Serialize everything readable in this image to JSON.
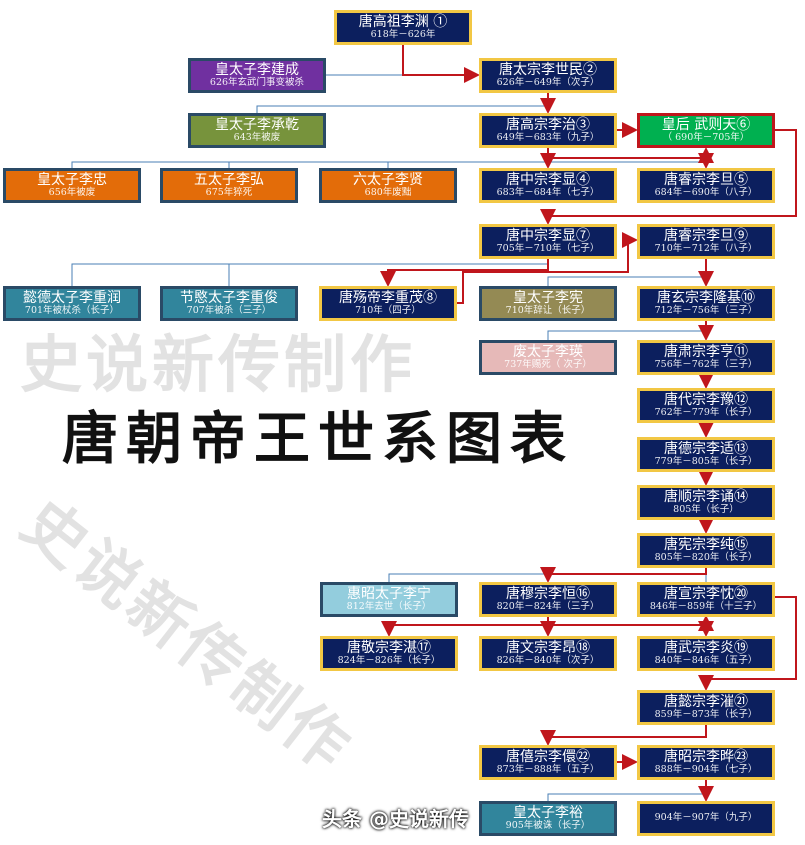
{
  "title": "唐朝帝王世系图表",
  "watermark": "史说新传制作",
  "overlay_credit": "头条 @史说新传",
  "colors": {
    "emperor": "#0c1f5e",
    "emperor_border": "#f2c744",
    "succession_line": "#c0161c",
    "family_line": "#4a7fb5",
    "purple": "#7030a0",
    "olive": "#77933c",
    "green": "#00b050",
    "orange": "#e36c09",
    "teal": "#31859c",
    "khaki": "#948a54",
    "pink": "#e6b9b8",
    "lightblue": "#93cddd"
  },
  "nodes": [
    {
      "id": "gaozu",
      "name": "唐高祖李渊 ①",
      "dates": "618年－626年",
      "kind": "emperor"
    },
    {
      "id": "jiancheng",
      "name": "皇太子李建成",
      "dates": "626年玄武门事变被杀",
      "kind": "purple"
    },
    {
      "id": "taizong",
      "name": "唐太宗李世民②",
      "dates": "626年－649年（次子）",
      "kind": "emperor"
    },
    {
      "id": "chengqian",
      "name": "皇太子李承乾",
      "dates": "643年被废",
      "kind": "olive"
    },
    {
      "id": "gaozong",
      "name": "唐高宗李治③",
      "dates": "649年－683年（九子）",
      "kind": "emperor"
    },
    {
      "id": "wuzetian",
      "name": "皇后 武则天⑥",
      "dates": "（ 690年－705年）",
      "kind": "green"
    },
    {
      "id": "lizhong",
      "name": "皇太子李忠",
      "dates": "656年被废",
      "kind": "orange"
    },
    {
      "id": "lihong",
      "name": "五太子李弘",
      "dates": "675年猝死",
      "kind": "orange"
    },
    {
      "id": "lixian",
      "name": "六太子李贤",
      "dates": "680年废黜",
      "kind": "orange"
    },
    {
      "id": "zhongzong1",
      "name": "唐中宗李显④",
      "dates": "683年－684年（七子）",
      "kind": "emperor"
    },
    {
      "id": "ruizong1",
      "name": "唐睿宗李旦⑤",
      "dates": "684年－690年（八子）",
      "kind": "emperor"
    },
    {
      "id": "zhongzong2",
      "name": "唐中宗李显⑦",
      "dates": "705年－710年（七子）",
      "kind": "emperor"
    },
    {
      "id": "ruizong2",
      "name": "唐睿宗李旦⑨",
      "dates": "710年－712年（八子）",
      "kind": "emperor"
    },
    {
      "id": "chongrun",
      "name": "懿德太子李重润",
      "dates": "701年被杖杀（长子）",
      "kind": "teal"
    },
    {
      "id": "chongjun",
      "name": "节愍太子李重俊",
      "dates": "707年被杀（三子）",
      "kind": "teal"
    },
    {
      "id": "shangdi",
      "name": "唐殇帝李重茂⑧",
      "dates": "710年（四子）",
      "kind": "emperor"
    },
    {
      "id": "lixian2",
      "name": "皇太子李宪",
      "dates": "710年辞让（长子）",
      "kind": "khaki"
    },
    {
      "id": "xuanzong",
      "name": "唐玄宗李隆基⑩",
      "dates": "712年－756年（三子）",
      "kind": "emperor"
    },
    {
      "id": "liying",
      "name": "废太子李瑛",
      "dates": "737年赐死（ 次子）",
      "kind": "pink"
    },
    {
      "id": "suzong",
      "name": "唐肃宗李亨⑪",
      "dates": "756年－762年（三子）",
      "kind": "emperor"
    },
    {
      "id": "daizong",
      "name": "唐代宗李豫⑫",
      "dates": "762年－779年（长子）",
      "kind": "emperor"
    },
    {
      "id": "dezong",
      "name": "唐德宗李适⑬",
      "dates": "779年－805年（长子）",
      "kind": "emperor"
    },
    {
      "id": "shunzong",
      "name": "唐顺宗李诵⑭",
      "dates": "805年（长子）",
      "kind": "emperor"
    },
    {
      "id": "xianzong",
      "name": "唐宪宗李纯⑮",
      "dates": "805年－820年（长子）",
      "kind": "emperor"
    },
    {
      "id": "lining",
      "name": "惠昭太子李宁",
      "dates": "812年去世（长子）",
      "kind": "lightblue"
    },
    {
      "id": "muzong",
      "name": "唐穆宗李恒⑯",
      "dates": "820年－824年（三子）",
      "kind": "emperor"
    },
    {
      "id": "xuanzong2",
      "name": "唐宣宗李忱⑳",
      "dates": "846年－859年（十三子）",
      "kind": "emperor"
    },
    {
      "id": "jingzong",
      "name": "唐敬宗李湛⑰",
      "dates": "824年－826年（长子）",
      "kind": "emperor"
    },
    {
      "id": "wenzong",
      "name": "唐文宗李昂⑱",
      "dates": "826年－840年（次子）",
      "kind": "emperor"
    },
    {
      "id": "wuzong",
      "name": "唐武宗李炎⑲",
      "dates": "840年－846年（五子）",
      "kind": "emperor"
    },
    {
      "id": "yizong",
      "name": "唐懿宗李漼㉑",
      "dates": "859年－873年（长子）",
      "kind": "emperor"
    },
    {
      "id": "xizong",
      "name": "唐僖宗李儇㉒",
      "dates": "873年－888年（五子）",
      "kind": "emperor"
    },
    {
      "id": "zhaozong",
      "name": "唐昭宗李晔㉓",
      "dates": "888年－904年（七子）",
      "kind": "emperor"
    },
    {
      "id": "liyu",
      "name": "皇太子李裕",
      "dates": "905年被诛（长子）",
      "kind": "teal"
    },
    {
      "id": "aidi",
      "name": "",
      "dates": "904年－907年（九子）",
      "kind": "emperor"
    }
  ]
}
